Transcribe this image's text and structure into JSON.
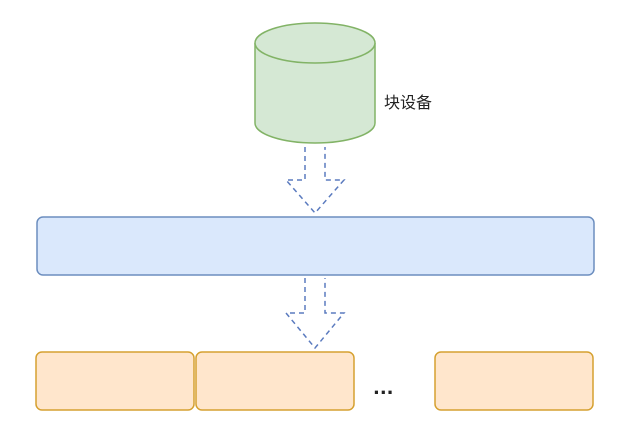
{
  "device": {
    "label": "块设备",
    "icon": "cylinder-icon",
    "fill": "#d5e8d4",
    "stroke": "#82b366"
  },
  "middle_layer": {
    "fill": "#dae8fc",
    "stroke": "#6c8ebf"
  },
  "bottom_blocks": {
    "fill": "#ffe6cc",
    "stroke": "#d6a130",
    "count": 3
  },
  "ellipsis": "...",
  "arrows": {
    "stroke": "#5b7bbf",
    "style": "dashed",
    "icon": "arrow-down-icon"
  }
}
